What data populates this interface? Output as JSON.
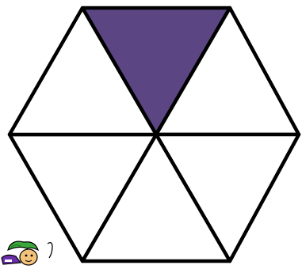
{
  "figure": {
    "shape": "regular hexagon divided into 6 equilateral triangles",
    "triangle_count": 6,
    "shaded_count": 1,
    "shaded_triangle": "top",
    "colors": {
      "shaded": "#5b4583",
      "unshaded": "#ffffff",
      "stroke": "#000000"
    }
  },
  "mascot": {
    "icon": "cartoon-character-icon",
    "colors": {
      "hair": "#3aa83a",
      "face": "#f2c27a",
      "shirt": "#6a2da8"
    }
  }
}
